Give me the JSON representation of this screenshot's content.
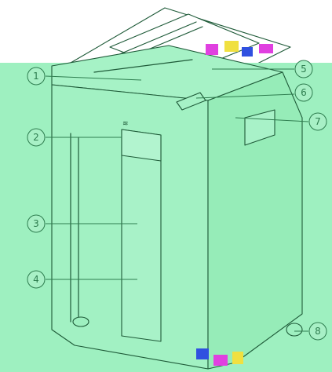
{
  "diagram": {
    "subject": "paper shredder",
    "callouts": [
      {
        "label": "1"
      },
      {
        "label": "2"
      },
      {
        "label": "3"
      },
      {
        "label": "4"
      },
      {
        "label": "5"
      },
      {
        "label": "6"
      },
      {
        "label": "7"
      },
      {
        "label": "8"
      }
    ]
  },
  "colors": {
    "background": "#ffffff",
    "body_fill": "#9ef0c0",
    "outline": "#1e5a38",
    "callout_line": "#2e7d4f",
    "artifact_magenta": "#e040e0",
    "artifact_yellow": "#f0e040",
    "artifact_blue": "#3050e0"
  }
}
